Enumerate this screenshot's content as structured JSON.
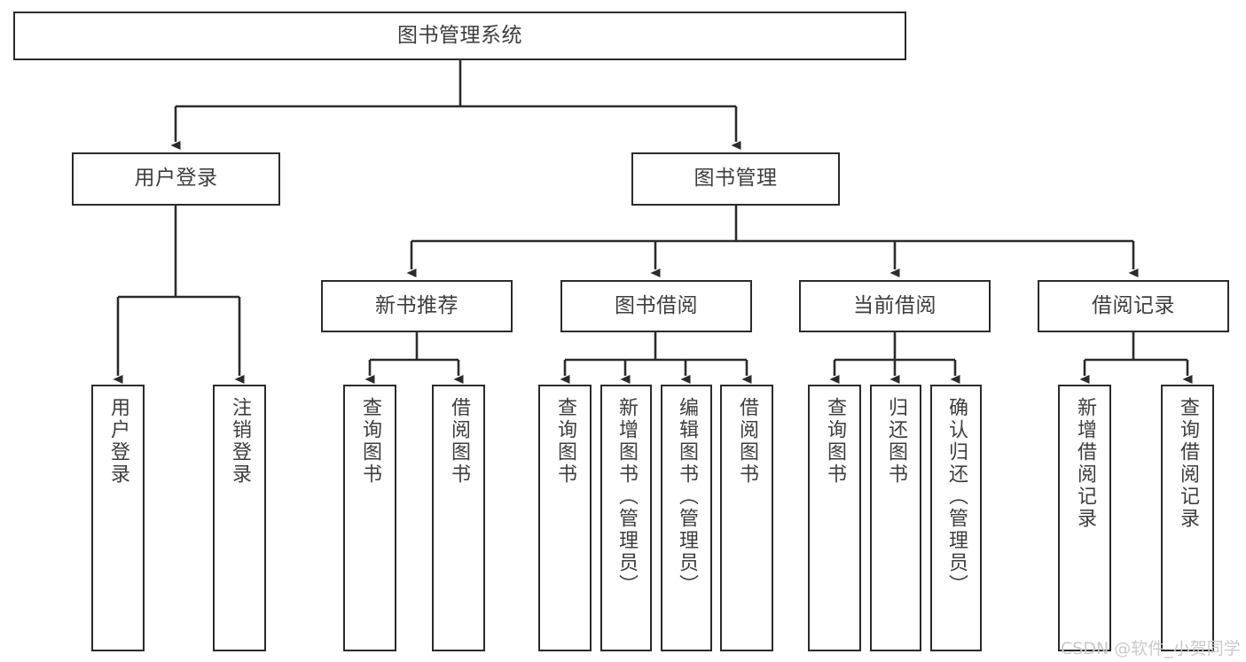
{
  "diagram": {
    "title": "图书管理系统",
    "type": "tree-hierarchy-chart",
    "colors": {
      "stroke": "#2b2b2b",
      "fill": "#ffffff",
      "text": "#3d3d3d",
      "watermark": "#c9c9c9"
    },
    "root": {
      "label": "图书管理系统"
    },
    "level2": [
      {
        "label": "用户登录"
      },
      {
        "label": "图书管理"
      }
    ],
    "level3": [
      {
        "label": "新书推荐"
      },
      {
        "label": "图书借阅"
      },
      {
        "label": "当前借阅"
      },
      {
        "label": "借阅记录"
      }
    ],
    "leaves": {
      "user_login": [
        {
          "label": "用户登录"
        },
        {
          "label": "注销登录"
        }
      ],
      "new_book_recommend": [
        {
          "label": "查询图书"
        },
        {
          "label": "借阅图书"
        }
      ],
      "book_borrow": [
        {
          "label": "查询图书"
        },
        {
          "label": "新增图书（管理员）"
        },
        {
          "label": "编辑图书（管理员）"
        },
        {
          "label": "借阅图书"
        }
      ],
      "current_borrow": [
        {
          "label": "查询图书"
        },
        {
          "label": "归还图书"
        },
        {
          "label": "确认归还（管理员）"
        }
      ],
      "borrow_record": [
        {
          "label": "新增借阅记录"
        },
        {
          "label": "查询借阅记录"
        }
      ]
    }
  },
  "watermark": {
    "text": "CSDN @软件_小贺同学"
  }
}
